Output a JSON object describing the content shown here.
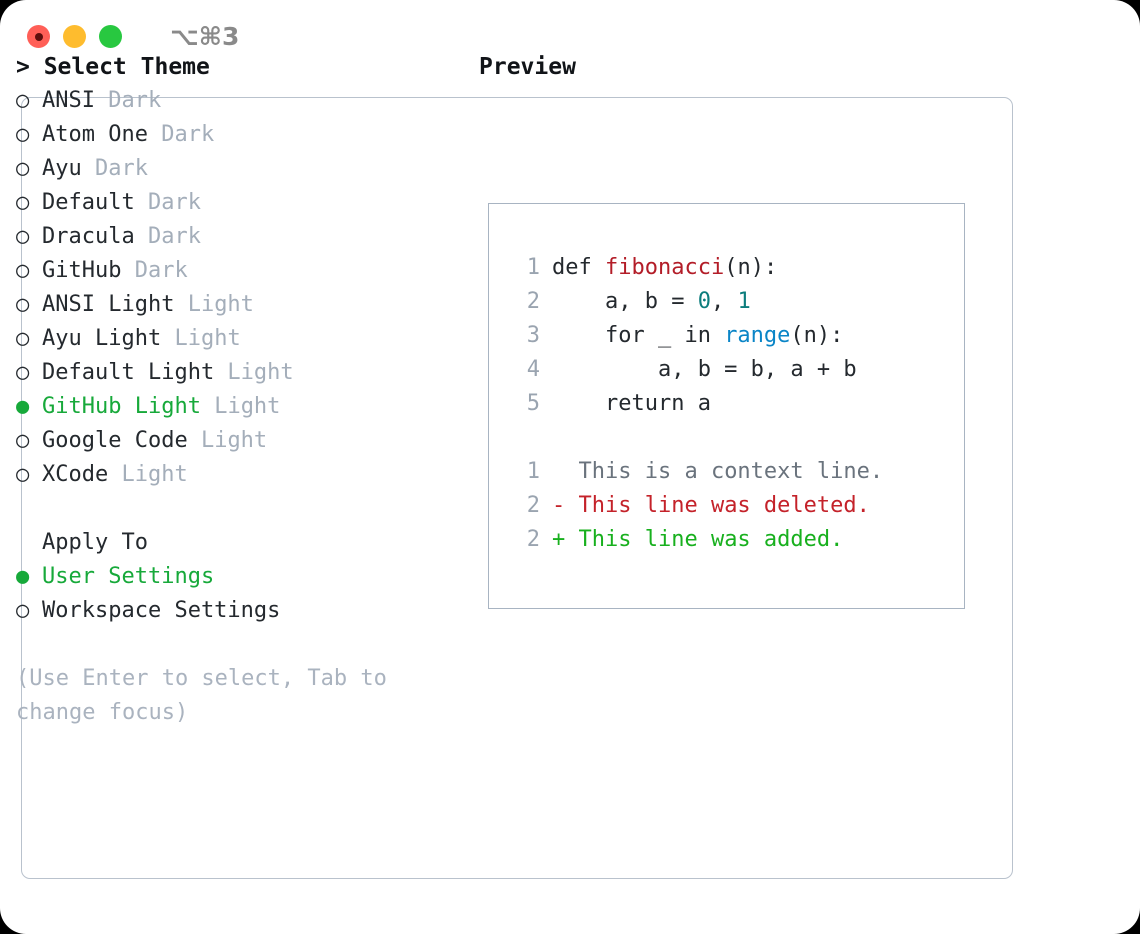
{
  "titlebar": {
    "shortcut": "⌥⌘3",
    "traffic_lights": [
      {
        "name": "close-button",
        "color": "#ff5f57"
      },
      {
        "name": "minimize-button",
        "color": "#febc2e"
      },
      {
        "name": "maximize-button",
        "color": "#28c840"
      }
    ]
  },
  "theme_picker": {
    "heading": "> Select Theme",
    "bullet_unselected": "○",
    "bullet_selected": "●",
    "items": [
      {
        "bullet": "○",
        "name": "ANSI",
        "suffix": "Dark",
        "selected": false
      },
      {
        "bullet": "○",
        "name": "Atom One",
        "suffix": "Dark",
        "selected": false
      },
      {
        "bullet": "○",
        "name": "Ayu",
        "suffix": "Dark",
        "selected": false
      },
      {
        "bullet": "○",
        "name": "Default",
        "suffix": "Dark",
        "selected": false
      },
      {
        "bullet": "○",
        "name": "Dracula",
        "suffix": "Dark",
        "selected": false
      },
      {
        "bullet": "○",
        "name": "GitHub",
        "suffix": "Dark",
        "selected": false
      },
      {
        "bullet": "○",
        "name": "ANSI Light",
        "suffix": "Light",
        "selected": false
      },
      {
        "bullet": "○",
        "name": "Ayu Light",
        "suffix": "Light",
        "selected": false
      },
      {
        "bullet": "○",
        "name": "Default Light",
        "suffix": "Light",
        "selected": false
      },
      {
        "bullet": "●",
        "name": "GitHub Light",
        "suffix": "Light",
        "selected": true
      },
      {
        "bullet": "○",
        "name": "Google Code",
        "suffix": "Light",
        "selected": false
      },
      {
        "bullet": "○",
        "name": "XCode",
        "suffix": "Light",
        "selected": false
      }
    ]
  },
  "apply_to": {
    "heading": "Apply To",
    "options": [
      {
        "bullet": "●",
        "label": "User Settings",
        "selected": true
      },
      {
        "bullet": "○",
        "label": "Workspace Settings",
        "selected": false
      }
    ]
  },
  "hint": "(Use Enter to select, Tab to change focus)",
  "preview": {
    "heading": "Preview",
    "code_lines": [
      {
        "num": "1",
        "tokens": [
          {
            "text": "def ",
            "type": "keyword"
          },
          {
            "text": "fibonacci",
            "type": "function"
          },
          {
            "text": "(n):",
            "type": "plain"
          }
        ]
      },
      {
        "num": "2",
        "tokens": [
          {
            "text": "    a, b = ",
            "type": "plain"
          },
          {
            "text": "0",
            "type": "number"
          },
          {
            "text": ", ",
            "type": "plain"
          },
          {
            "text": "1",
            "type": "number"
          }
        ]
      },
      {
        "num": "3",
        "tokens": [
          {
            "text": "    for _ in ",
            "type": "plain"
          },
          {
            "text": "range",
            "type": "builtin"
          },
          {
            "text": "(n):",
            "type": "plain"
          }
        ]
      },
      {
        "num": "4",
        "tokens": [
          {
            "text": "        a, b = b, a + b",
            "type": "plain"
          }
        ]
      },
      {
        "num": "5",
        "tokens": [
          {
            "text": "    return a",
            "type": "plain"
          }
        ]
      }
    ],
    "diff_lines": [
      {
        "num": "1",
        "marker": " ",
        "text": " This is a context line.",
        "kind": "context"
      },
      {
        "num": "2",
        "marker": "-",
        "text": " This line was deleted.",
        "kind": "deleted"
      },
      {
        "num": "2",
        "marker": "+",
        "text": " This line was added.",
        "kind": "added"
      }
    ]
  },
  "colors": {
    "selected_green": "#17a93a",
    "muted_gray": "#a4aeba",
    "line_number": "#9aa4b0",
    "function_red": "#b31d28",
    "number_teal": "#0d7d7d",
    "builtin_blue": "#0a85c7",
    "diff_deleted": "#c4222a",
    "diff_added": "#18b01e",
    "diff_context": "#6a737d",
    "panel_border": "#a8b4c2",
    "card_border": "#b9c2cd"
  }
}
